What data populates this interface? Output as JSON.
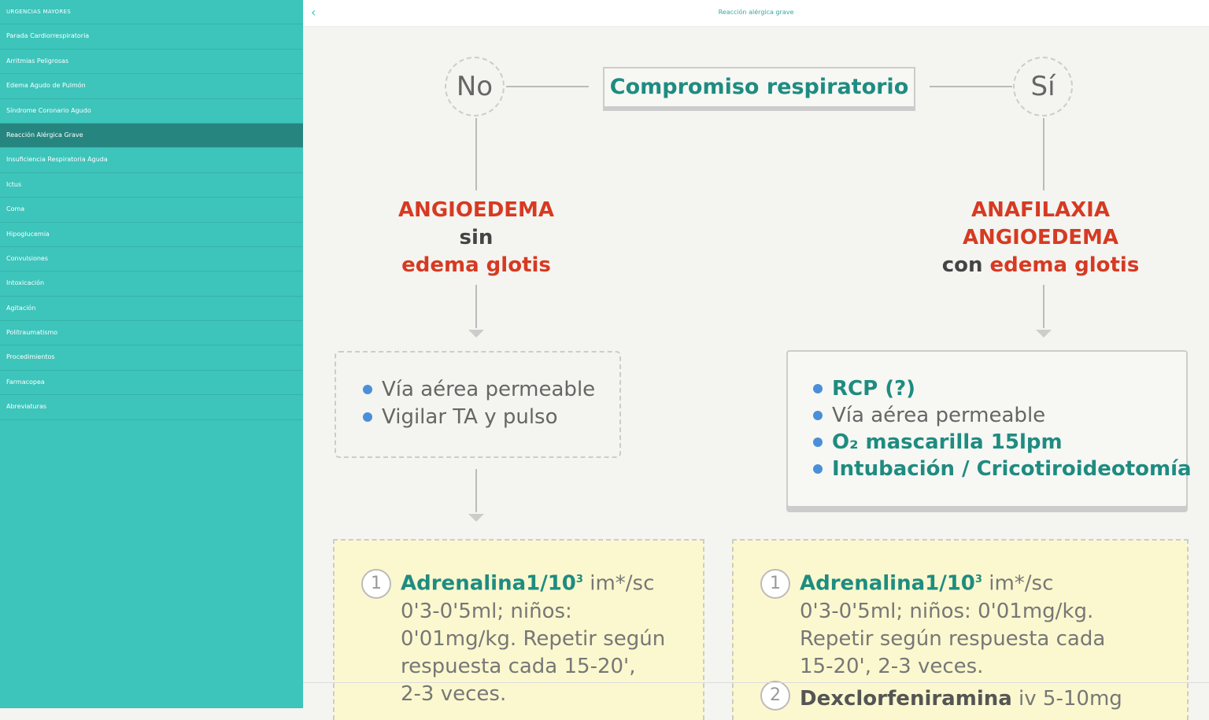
{
  "sidebar": {
    "header": "URGENCIAS MAYORES",
    "items": [
      "Parada Cardiorrespiratoria",
      "Arritmias Peligrosas",
      "Edema Agudo de Pulmón",
      "Síndrome Coronario Agudo",
      "Reacción Alérgica Grave",
      "Insuficiencia Respiratoria Aguda",
      "Ictus",
      "Coma",
      "Hipoglucemia",
      "Convulsiones",
      "Intoxicación",
      "Agitación",
      "Politraumatismo",
      "Procedimientos",
      "Farmacopea",
      "Abreviaturas"
    ],
    "active_index": 4
  },
  "topbar": {
    "back_icon": "chevron-left",
    "title": "Reacción alérgica grave"
  },
  "flow": {
    "question": "Compromiso respiratorio",
    "no": "No",
    "si": "Sí",
    "left_diag": {
      "l1": "ANGIOEDEMA",
      "l2": "sin",
      "l3": "edema glotis"
    },
    "right_diag": {
      "l1": "ANAFILAXIA",
      "l2": "ANGIOEDEMA",
      "l3a": "con ",
      "l3b": "edema glotis"
    },
    "left_actions": [
      "Vía aérea permeable",
      "Vigilar TA y pulso"
    ],
    "right_actions": [
      "RCP (?)",
      "Vía aérea permeable",
      "O₂ mascarilla 15lpm",
      "Intubación / Cricotiroideotomía"
    ],
    "left_treat": {
      "n1": "1",
      "drug": "Adrenalina1/10",
      "sup": "3",
      "route": " im*/sc",
      "text": [
        "0'3-0'5ml; niños:",
        "0'01mg/kg. Repetir según",
        "respuesta cada 15-20',",
        "2-3 veces."
      ]
    },
    "right_treat": {
      "n1": "1",
      "drug": "Adrenalina1/10",
      "sup": "3",
      "route": " im*/sc",
      "text": [
        "0'3-0'5ml; niños: 0'01mg/kg.",
        "Repetir según  respuesta cada",
        "15-20', 2-3 veces."
      ],
      "n2": "2",
      "drug2": "Dexclorfeniramina",
      "route2": " iv 5-10mg"
    }
  }
}
